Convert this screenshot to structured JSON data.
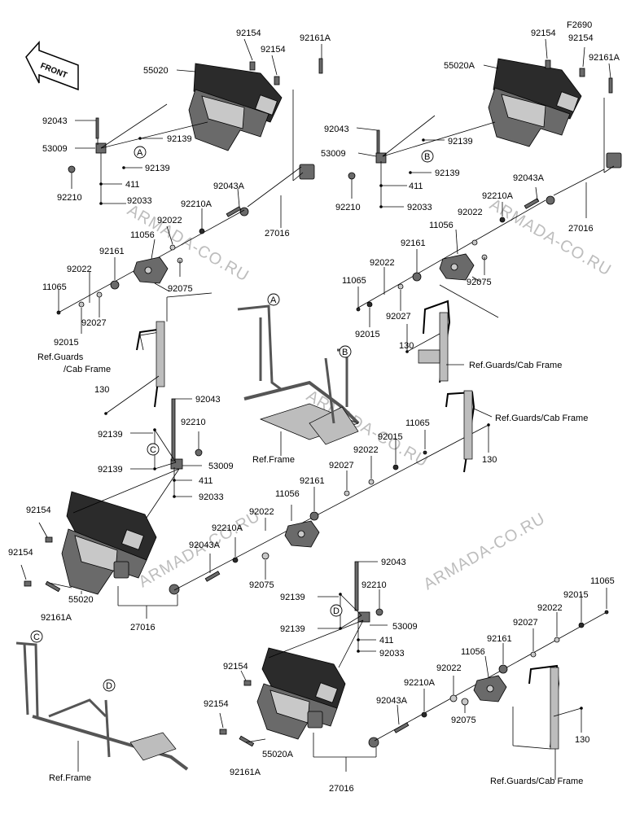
{
  "front_label": "FRONT",
  "watermark": "ARMADA-CO.RU",
  "callouts": [
    "A",
    "B",
    "C",
    "D"
  ],
  "labels": {
    "p92154": "92154",
    "p92161A": "92161A",
    "p55020": "55020",
    "p55020A": "55020A",
    "pF2690": "F2690",
    "p92043": "92043",
    "p53009": "53009",
    "p92139": "92139",
    "p92210": "92210",
    "p411": "411",
    "p92033": "92033",
    "p92043A": "92043A",
    "p92210A": "92210A",
    "p27016": "27016",
    "p92022": "92022",
    "p11056": "11056",
    "p92161": "92161",
    "p92075": "92075",
    "p11065": "11065",
    "p92027": "92027",
    "p92015": "92015",
    "p130": "130",
    "ref_guards_2line_a": "Ref.Guards",
    "ref_guards_2line_b": "/Cab Frame",
    "ref_guards": "Ref.Guards/Cab Frame",
    "ref_frame": "Ref.Frame"
  }
}
